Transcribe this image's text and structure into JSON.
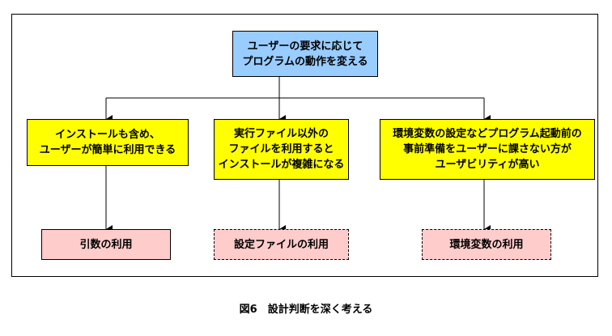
{
  "diagram": {
    "top": {
      "lines": [
        "ユーザーの要求に応じて",
        "プログラムの動作を変える"
      ]
    },
    "middle": [
      {
        "lines": [
          "インストールも含め、",
          "ユーザーが簡単に利用できる"
        ]
      },
      {
        "lines": [
          "実行ファイル以外の",
          "ファイルを利用すると",
          "インストールが複雑になる"
        ]
      },
      {
        "lines": [
          "環境変数の設定などプログラム起動前の",
          "事前準備をユーザーに課さない方が",
          "ユーザビリティが高い"
        ]
      }
    ],
    "bottom": [
      {
        "label": "引数の利用"
      },
      {
        "label": "設定ファイルの利用"
      },
      {
        "label": "環境変数の利用"
      }
    ]
  },
  "caption": "図6　設計判断を深く考える",
  "colors": {
    "top": "#99ccff",
    "middle": "#ffff00",
    "bottom": "#ffcccc"
  }
}
